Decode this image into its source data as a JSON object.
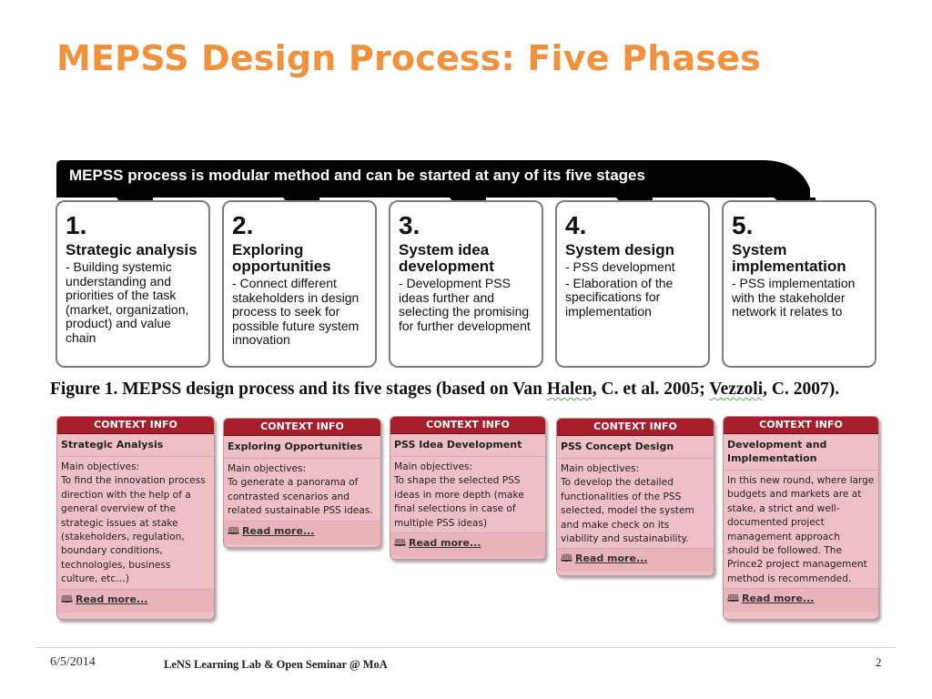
{
  "slide": {
    "title": "MEPSS Design Process: Five Phases"
  },
  "figure": {
    "banner": "MEPSS process is modular method and can be started at any of its five stages",
    "stages": [
      {
        "number": "1.",
        "name": "Strategic analysis",
        "description": "- Building systemic understanding and priorities of the task (market, organization, product) and value chain"
      },
      {
        "number": "2.",
        "name": "Exploring opportunities",
        "description": "- Connect different stakeholders in design process to seek for possible future system innovation"
      },
      {
        "number": "3.",
        "name": "System idea development",
        "description": "- Development PSS ideas further and selecting the promising for further development"
      },
      {
        "number": "4.",
        "name": "System design",
        "description": "- PSS development",
        "description2": "- Elaboration of the specifications for implementation"
      },
      {
        "number": "5.",
        "name": "System implementation",
        "description": "- PSS implementation with the stakeholder network it relates to"
      }
    ],
    "caption": {
      "part1": "Figure 1. MEPSS design process and its five stages (based on Van ",
      "halen": "Halen",
      "part2": ", C. et al. 2005; ",
      "vezzoli": "Vezzoli",
      "part3": ", C. 2007)."
    }
  },
  "cards": [
    {
      "header": "CONTEXT INFO",
      "title": "Strategic Analysis",
      "body": "Main objectives:\nTo find the innovation process direction with the help of a general overview of the strategic issues at stake (stakeholders, regulation, boundary conditions, technologies, business culture, etc…)",
      "link": "Read more..."
    },
    {
      "header": "CONTEXT INFO",
      "title": "Exploring Opportunities",
      "body": "Main objectives:\nTo generate a panorama of contrasted scenarios and related sustainable PSS ideas.",
      "link": "Read more..."
    },
    {
      "header": "CONTEXT INFO",
      "title": "PSS Idea Development",
      "body": "Main objectives:\nTo shape the selected PSS ideas in more depth (make final selections in case of multiple PSS ideas)",
      "link": "Read more..."
    },
    {
      "header": "CONTEXT INFO",
      "title": "PSS Concept Design",
      "body": "Main objectives:\nTo develop the detailed functionalities of the PSS selected, model the system and make check on its viability and sustainability.",
      "link": "Read more..."
    },
    {
      "header": "CONTEXT INFO",
      "title": "Development and Implementation",
      "body": "In this new round, where large budgets and markets are at stake, a strict and well-documented project management approach should be followed. The Prince2 project management method is recommended.",
      "link": "Read more..."
    }
  ],
  "footer": {
    "date": "6/5/2014",
    "center": "LeNS Learning Lab & Open Seminar @ MoA",
    "page": "2"
  },
  "colors": {
    "title": "#f0913c",
    "card_header": "#a61e2a",
    "card_bg": "#eebfc4",
    "banner": "#000000"
  }
}
